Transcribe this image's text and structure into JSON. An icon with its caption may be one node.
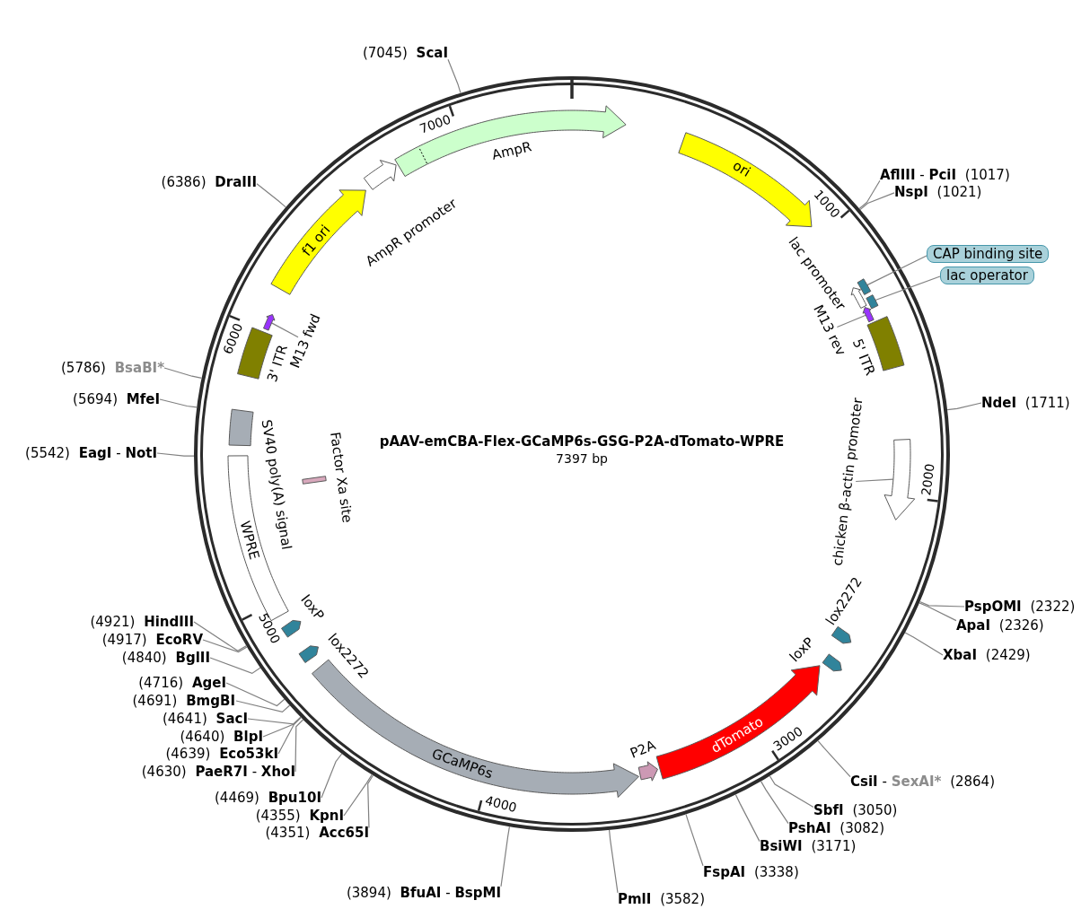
{
  "diagram": {
    "title": "pAAV-emCBA-Flex-GCaMP6s-GSG-P2A-dTomato-WPRE",
    "nodes": [
      {
        "text": [
          "ori"
        ]
      },
      {
        "text": [
          "CAP binding site"
        ]
      },
      {
        "text": [],
        "shape": "box"
      },
      {
        "text": [
          "lac promoter"
        ]
      },
      {
        "text": [
          "lac operator"
        ]
      },
      {
        "text": [],
        "shape": "box"
      },
      {
        "text": [
          "M13 rev"
        ]
      },
      {
        "text": [],
        "shape": "arrow"
      },
      {
        "text": [
          "5' ITR"
        ]
      },
      {
        "text": [
          "chicken β-actin promoter"
        ]
      },
      {
        "text": [],
        "shape": "arrow"
      },
      {
        "text": [
          "lox2272"
        ]
      },
      {
        "text": [
          "loxP"
        ]
      },
      {
        "text": [
          "dTomato"
        ]
      },
      {
        "text": [
          "P2A"
        ]
      },
      {
        "text": [
          "GCaMP6s"
        ]
      },
      {
        "text": [
          "lox2272"
        ]
      },
      {
        "text": [
          "loxP"
        ]
      },
      {
        "text": [
          "WPRE"
        ]
      },
      {
        "text": [
          "Factor Xa site"
        ]
      },
      {
        "text": [
          "SV40 poly(A) signal"
        ]
      },
      {
        "text": [
          "3' ITR"
        ]
      },
      {
        "text": [
          "M13 fwd"
        ]
      },
      {
        "text": [],
        "shape": "arrow"
      },
      {
        "text": [
          "f1 ori"
        ]
      },
      {
        "text": [
          "AmpR promoter"
        ]
      },
      {
        "text": [
          "AmpR"
        ]
      },
      {
        "text": [
          "AflIII",
          "-",
          "PciI",
          "(1017)"
        ]
      },
      {
        "text": [
          "NspI",
          "(1021)"
        ]
      },
      {
        "text": [
          "NdeI",
          "(1711)"
        ]
      },
      {
        "text": [
          "PspOMI",
          "(2322)"
        ]
      },
      {
        "text": [
          "ApaI",
          "(2326)"
        ]
      },
      {
        "text": [
          "XbaI",
          "(2429)"
        ]
      },
      {
        "text": [
          "CsiI",
          "-",
          "SexAI*",
          "(2864)"
        ]
      },
      {
        "text": [
          "SbfI",
          "(3050)"
        ]
      },
      {
        "text": [
          "PshAI",
          "(3082)"
        ]
      },
      {
        "text": [
          "BsiWI",
          "(3171)"
        ]
      },
      {
        "text": [
          "FspAI",
          "(3338)"
        ]
      },
      {
        "text": [
          "PmlI",
          "(3582)"
        ]
      },
      {
        "text": [
          "(3894)",
          "BfuAI",
          "-",
          "BspMI"
        ]
      },
      {
        "text": [
          "(4351)",
          "Acc65I"
        ]
      },
      {
        "text": [
          "(4355)",
          "KpnI"
        ]
      },
      {
        "text": [
          "(4469)",
          "Bpu10I"
        ]
      },
      {
        "text": [
          "(4630)",
          "PaeR7I",
          "-",
          "XhoI"
        ]
      },
      {
        "text": [
          "(4639)",
          "Eco53kI"
        ]
      },
      {
        "text": [
          "(4640)",
          "BlpI"
        ]
      },
      {
        "text": [
          "(4641)",
          "SacI"
        ]
      },
      {
        "text": [
          "(4691)",
          "BmgBI"
        ]
      },
      {
        "text": [
          "(4716)",
          "AgeI"
        ]
      },
      {
        "text": [
          "(4840)",
          "BglII"
        ]
      },
      {
        "text": [
          "(4917)",
          "EcoRV"
        ]
      },
      {
        "text": [
          "(4921)",
          "HindIII"
        ]
      },
      {
        "text": [
          "(5542)",
          "EagI",
          "-",
          "NotI"
        ]
      },
      {
        "text": [
          "(5694)",
          "MfeI"
        ]
      },
      {
        "text": [
          "(5786)",
          "BsaBI*"
        ]
      },
      {
        "text": [
          "(6386)",
          "DraIII"
        ]
      },
      {
        "text": [
          "(7045)",
          "ScaI"
        ]
      }
    ],
    "edges": [
      {
        "from": 1,
        "to": 2,
        "arrow": "none"
      },
      {
        "from": 4,
        "to": 5,
        "arrow": "none"
      },
      {
        "from": 6,
        "to": 7,
        "arrow": "none"
      },
      {
        "from": 9,
        "to": 10,
        "arrow": "none"
      },
      {
        "from": 22,
        "to": 23,
        "arrow": "none"
      },
      {
        "from": 27,
        "to": null,
        "arrow": "none"
      },
      {
        "from": 28,
        "to": null,
        "arrow": "none"
      },
      {
        "from": 29,
        "to": null,
        "arrow": "none"
      },
      {
        "from": 30,
        "to": null,
        "arrow": "none"
      },
      {
        "from": 31,
        "to": null,
        "arrow": "none"
      },
      {
        "from": 32,
        "to": null,
        "arrow": "none"
      },
      {
        "from": 33,
        "to": null,
        "arrow": "none"
      },
      {
        "from": 34,
        "to": null,
        "arrow": "none"
      },
      {
        "from": 35,
        "to": null,
        "arrow": "none"
      },
      {
        "from": 36,
        "to": null,
        "arrow": "none"
      },
      {
        "from": 37,
        "to": null,
        "arrow": "none"
      },
      {
        "from": 38,
        "to": null,
        "arrow": "none"
      },
      {
        "from": 39,
        "to": null,
        "arrow": "none"
      },
      {
        "from": 40,
        "to": null,
        "arrow": "none"
      },
      {
        "from": 41,
        "to": null,
        "arrow": "none"
      },
      {
        "from": 42,
        "to": null,
        "arrow": "none"
      },
      {
        "from": 43,
        "to": null,
        "arrow": "none"
      },
      {
        "from": 44,
        "to": null,
        "arrow": "none"
      },
      {
        "from": 45,
        "to": null,
        "arrow": "none"
      },
      {
        "from": 46,
        "to": null,
        "arrow": "none"
      },
      {
        "from": 47,
        "to": null,
        "arrow": "none"
      },
      {
        "from": 48,
        "to": null,
        "arrow": "none"
      },
      {
        "from": 49,
        "to": null,
        "arrow": "none"
      },
      {
        "from": 50,
        "to": null,
        "arrow": "none"
      },
      {
        "from": 51,
        "to": null,
        "arrow": "none"
      },
      {
        "from": 52,
        "to": null,
        "arrow": "none"
      },
      {
        "from": 53,
        "to": null,
        "arrow": "none"
      },
      {
        "from": 54,
        "to": null,
        "arrow": "none"
      },
      {
        "from": 55,
        "to": null,
        "arrow": "none"
      },
      {
        "from": 56,
        "to": null,
        "arrow": "none"
      }
    ],
    "labels": [
      "7000",
      "1000",
      "6000",
      "7397 bp",
      "2000",
      "5000",
      "3000",
      "4000"
    ]
  }
}
